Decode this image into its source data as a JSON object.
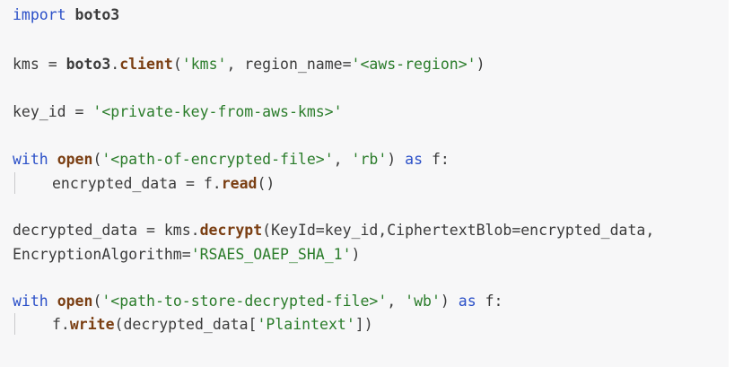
{
  "code": {
    "lines": [
      {
        "id": "l1",
        "tokens": [
          [
            "kw",
            "import"
          ],
          [
            "plain",
            " "
          ],
          [
            "mod",
            "boto3"
          ]
        ]
      },
      {
        "id": "l2",
        "tokens": [
          [
            "plain",
            "kms = "
          ],
          [
            "mod",
            "boto3"
          ],
          [
            "plain",
            "."
          ],
          [
            "fn",
            "client"
          ],
          [
            "plain",
            "("
          ],
          [
            "str",
            "'kms'"
          ],
          [
            "plain",
            ", region_name="
          ],
          [
            "str",
            "'<aws-region>'"
          ],
          [
            "plain",
            ")"
          ]
        ]
      },
      {
        "id": "l3",
        "tokens": [
          [
            "plain",
            "key_id = "
          ],
          [
            "str",
            "'<private-key-from-aws-kms>'"
          ]
        ]
      },
      {
        "id": "l4",
        "tokens": [
          [
            "kw",
            "with"
          ],
          [
            "plain",
            " "
          ],
          [
            "fn",
            "open"
          ],
          [
            "plain",
            "("
          ],
          [
            "str",
            "'<path-of-encrypted-file>'"
          ],
          [
            "plain",
            ", "
          ],
          [
            "str",
            "'rb'"
          ],
          [
            "plain",
            ") "
          ],
          [
            "kw",
            "as"
          ],
          [
            "plain",
            " f:"
          ]
        ]
      },
      {
        "id": "l5",
        "tokens": [
          [
            "plain",
            "encrypted_data = f."
          ],
          [
            "fn",
            "read"
          ],
          [
            "plain",
            "()"
          ]
        ]
      },
      {
        "id": "l6",
        "tokens": [
          [
            "plain",
            "decrypted_data = kms."
          ],
          [
            "fn",
            "decrypt"
          ],
          [
            "plain",
            "(KeyId=key_id,CiphertextBlob=encrypted_data,"
          ]
        ]
      },
      {
        "id": "l7",
        "tokens": [
          [
            "plain",
            "EncryptionAlgorithm="
          ],
          [
            "str",
            "'RSAES_OAEP_SHA_1'"
          ],
          [
            "plain",
            ")"
          ]
        ]
      },
      {
        "id": "l8",
        "tokens": [
          [
            "kw",
            "with"
          ],
          [
            "plain",
            " "
          ],
          [
            "fn",
            "open"
          ],
          [
            "plain",
            "("
          ],
          [
            "str",
            "'<path-to-store-decrypted-file>'"
          ],
          [
            "plain",
            ", "
          ],
          [
            "str",
            "'wb'"
          ],
          [
            "plain",
            ") "
          ],
          [
            "kw",
            "as"
          ],
          [
            "plain",
            " f:"
          ]
        ]
      },
      {
        "id": "l9",
        "tokens": [
          [
            "plain",
            "f."
          ],
          [
            "fn",
            "write"
          ],
          [
            "plain",
            "(decrypted_data["
          ],
          [
            "str",
            "'Plaintext'"
          ],
          [
            "plain",
            "])"
          ]
        ]
      }
    ]
  }
}
